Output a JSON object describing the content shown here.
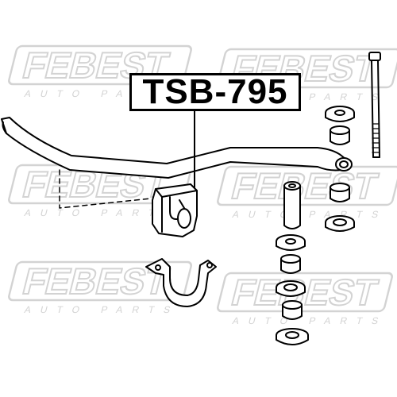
{
  "part_number": "TSB-795",
  "watermark": {
    "brand": "FEBEST",
    "tagline": "AUTO PARTS",
    "color": "#cfcfcf"
  },
  "colors": {
    "line": "#000000",
    "background": "#ffffff"
  },
  "components": [
    "stabilizer-bar",
    "stabilizer-bushing",
    "bushing-bracket",
    "link-bolt",
    "link-washer-cups",
    "link-rubber-bushings",
    "link-sleeve"
  ]
}
